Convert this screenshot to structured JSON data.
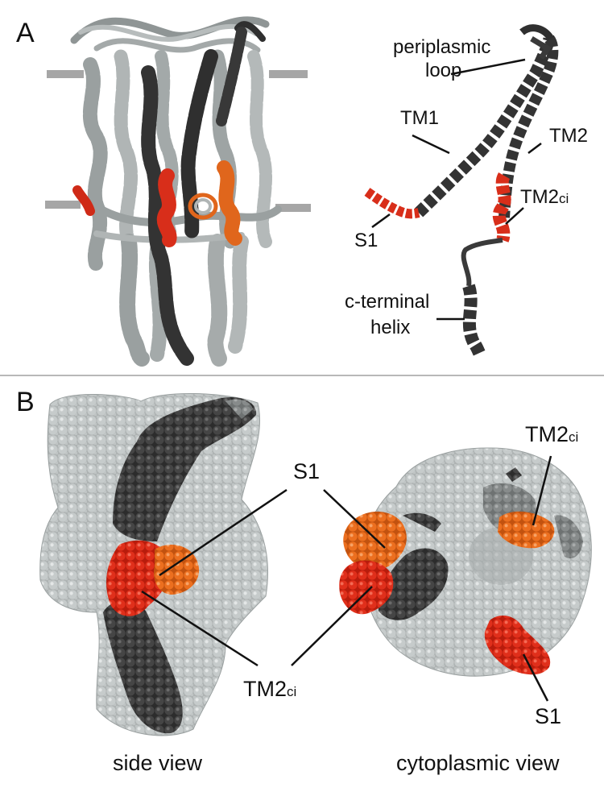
{
  "panel_a": {
    "letter": "A",
    "labels": {
      "periplasmic_line1": "periplasmic",
      "periplasmic_line2": "loop",
      "tm1": "TM1",
      "tm2": "TM2",
      "tm2ci_main": "TM2",
      "tm2ci_sub": "ci",
      "s1": "S1",
      "cterm_line1": "c-terminal",
      "cterm_line2": "helix"
    }
  },
  "panel_b": {
    "letter": "B",
    "labels": {
      "s1_center": "S1",
      "tm2ci_center_main": "TM2",
      "tm2ci_center_sub": "ci",
      "tm2ci_right_main": "TM2",
      "tm2ci_right_sub": "ci",
      "s1_right": "S1"
    },
    "captions": {
      "side": "side view",
      "cyto": "cytoplasmic view"
    }
  },
  "colors": {
    "protein_gray": "#a9b0b0",
    "dark_chain": "#3a3a3a",
    "red_s1": "#d82e1a",
    "orange_tm2ci": "#e0661c",
    "membrane_bar": "#a6a6a6"
  }
}
